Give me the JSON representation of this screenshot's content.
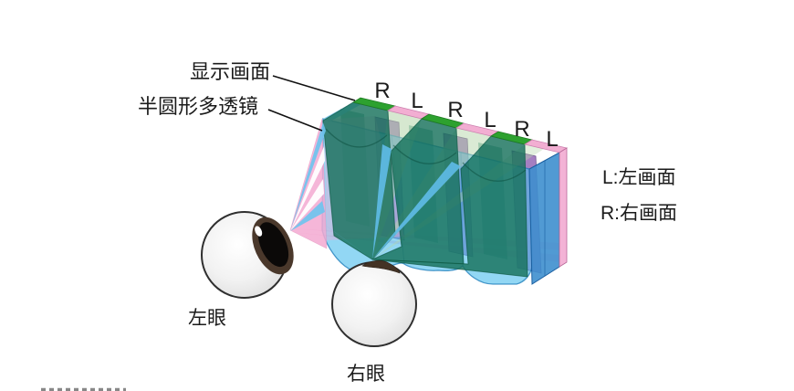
{
  "diagram": {
    "callout_display": "显示画面",
    "callout_lens": "半圆形多透镜",
    "top_markers": [
      "R",
      "L",
      "R",
      "L",
      "R",
      "L"
    ],
    "legend_left": "L:左画面",
    "legend_right": "R:右画面",
    "label_left_eye": "左眼",
    "label_right_eye": "右眼",
    "colors": {
      "screen_right_strip_green": "#2DA12F",
      "screen_left_strip_pink": "#F2AED2",
      "front_left_strip_purple": "#A078BE",
      "lens_blue": "#4ABCEC",
      "lens_side_blue": "#3E8FCE",
      "right_eye_cone_green": "#17725B",
      "left_eye_fan_pink": "#F3A9D1",
      "pale_ray_green": "#B5D6AA"
    }
  }
}
